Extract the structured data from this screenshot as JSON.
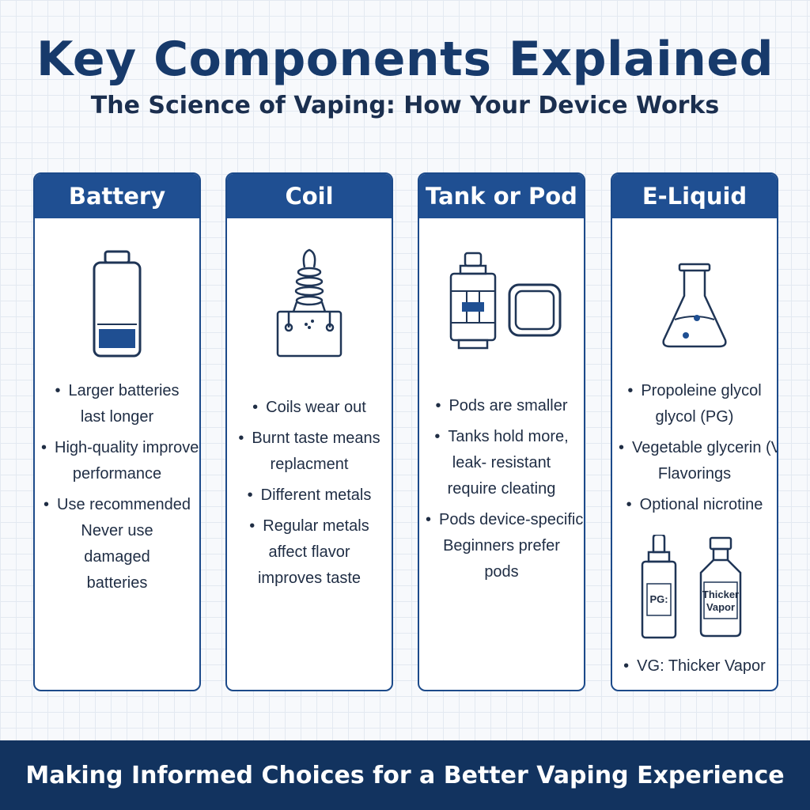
{
  "title": "Key Components Explained",
  "subtitle": "The Science of Vaping: How Your Device Works",
  "cards": [
    {
      "header": "Battery",
      "icon": "battery-icon",
      "lines": [
        "Larger batteries",
        "last longer",
        "High-quality improves",
        "performance",
        "Use recommended",
        "Never use",
        "damaged",
        "batteries"
      ]
    },
    {
      "header": "Coil",
      "icon": "coil-icon",
      "lines": [
        "Coils wear out",
        "Burnt taste means",
        "replacment",
        "Different metals",
        "Regular metals",
        "affect flavor",
        "improves taste"
      ]
    },
    {
      "header": "Tank or Pod",
      "icon": "tank-and-pod-icon",
      "lines": [
        "Pods are smaller",
        "Tanks hold more,",
        "leak- resistant",
        "require cleating",
        "Pods device-specific",
        "Beginners prefer",
        "pods"
      ]
    },
    {
      "header": "E-Liquid",
      "icon": "flask-icon",
      "lines": [
        "Propoleine glycol",
        "glycol (PG)",
        "Vegetable glycerin (VG)",
        "Flavorings",
        "Optional nicrotine",
        "VG: Thicker Vapor"
      ],
      "bottles": {
        "icon": "bottle-icon",
        "left_label": "PG:",
        "right_label_line1": "Thicker",
        "right_label_line2": "Vapor"
      }
    }
  ],
  "footer": "Making Informed Choices for a Better Vaping Experience",
  "colors": {
    "header_blue": "#1f4f92",
    "title_blue": "#173a6b",
    "footer_navy": "#12335f"
  }
}
